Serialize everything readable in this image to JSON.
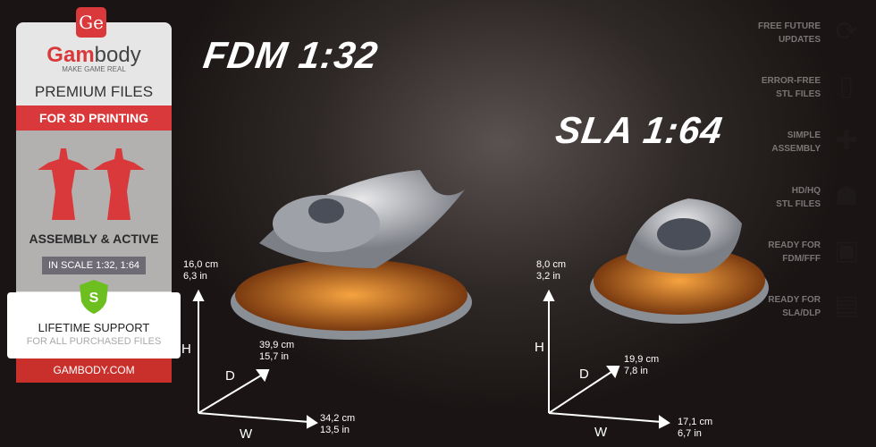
{
  "card": {
    "logo": "Ge",
    "brand_a": "Gam",
    "brand_b": "body",
    "tagline": "MAKE GAME REAL",
    "premium": "PREMIUM FILES",
    "band": "FOR 3D PRINTING",
    "assembly": "ASSEMBLY & ACTIVE",
    "scale": "IN SCALE 1:32, 1:64",
    "shield": "S",
    "support_title": "LIFETIME SUPPORT",
    "support_sub": "FOR ALL PURCHASED FILES",
    "site": "GAMBODY.COM"
  },
  "fdm": {
    "title": "FDM 1:32",
    "h_cm": "16,0 cm",
    "h_in": "6,3 in",
    "d_cm": "39,9 cm",
    "d_in": "15,7 in",
    "w_cm": "34,2 cm",
    "w_in": "13,5 in"
  },
  "sla": {
    "title": "SLA 1:64",
    "h_cm": "8,0 cm",
    "h_in": "3,2 in",
    "d_cm": "19,9 cm",
    "d_in": "7,8 in",
    "w_cm": "17,1 cm",
    "w_in": "6,7 in"
  },
  "axes": {
    "h": "H",
    "d": "D",
    "w": "W"
  },
  "features": [
    {
      "l1": "FREE FUTURE",
      "l2": "UPDATES",
      "icon": "refresh-icon"
    },
    {
      "l1": "ERROR-FREE",
      "l2": "STL FILES",
      "icon": "file-check-icon"
    },
    {
      "l1": "SIMPLE",
      "l2": "ASSEMBLY",
      "icon": "puzzle-icon"
    },
    {
      "l1": "HD/HQ",
      "l2": "STL FILES",
      "icon": "bust-icon"
    },
    {
      "l1": "READY FOR",
      "l2": "FDM/FFF",
      "icon": "fdm-printer-icon"
    },
    {
      "l1": "READY FOR",
      "l2": "SLA/DLP",
      "icon": "sla-printer-icon"
    }
  ]
}
